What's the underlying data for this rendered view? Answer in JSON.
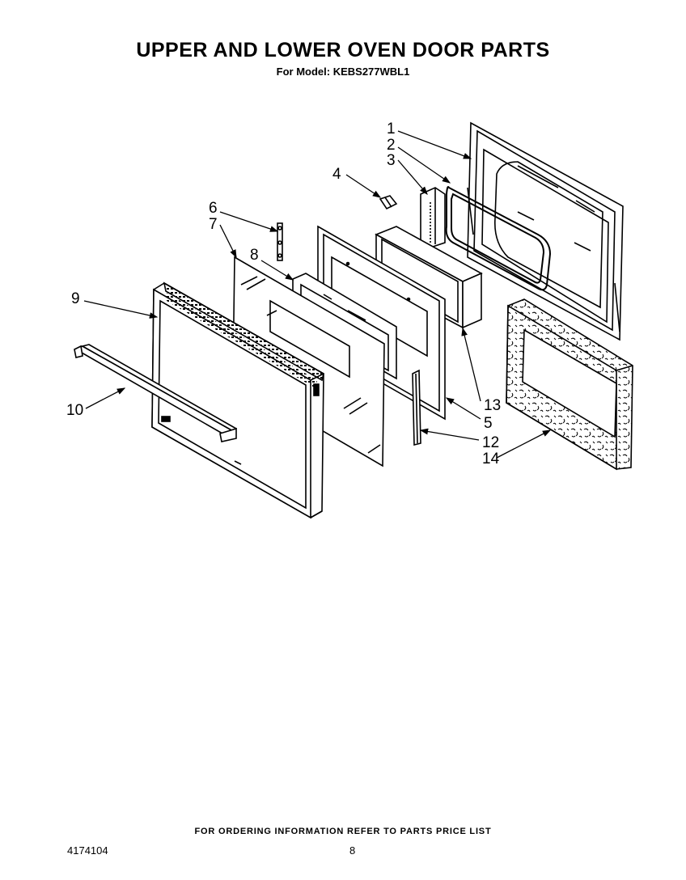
{
  "header": {
    "title": "UPPER AND LOWER OVEN DOOR PARTS",
    "subtitle": "For Model: KEBS277WBL1"
  },
  "callouts": {
    "c1": "1",
    "c2": "2",
    "c3": "3",
    "c4": "4",
    "c5": "5",
    "c6": "6",
    "c7": "7",
    "c8": "8",
    "c9": "9",
    "c10": "10",
    "c12": "12",
    "c13": "13",
    "c14": "14"
  },
  "footer": {
    "note": "FOR ORDERING INFORMATION REFER TO PARTS PRICE LIST",
    "doc_number": "4174104",
    "page_number": "8"
  }
}
